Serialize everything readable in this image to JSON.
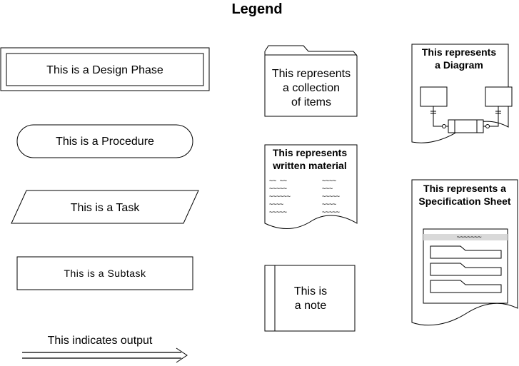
{
  "title": "Legend",
  "shapes": {
    "design_phase": "This is a Design Phase",
    "procedure": "This is a Procedure",
    "task": "This is a Task",
    "subtask": "This is a Subtask",
    "output": "This indicates output",
    "collection": [
      "This represents",
      "a collection",
      "of items"
    ],
    "written_material": [
      "This represents",
      "written material"
    ],
    "note": [
      "This is",
      "a note"
    ],
    "diagram": [
      "This represents",
      "a Diagram"
    ],
    "spec_sheet": [
      "This represents a",
      "Specification Sheet"
    ]
  },
  "squiggles": {
    "written_left": [
      "~~ ~~",
      "~~~~~",
      "~~~~~~",
      "~~~~",
      "~~~~~"
    ],
    "written_right": [
      "~~~~",
      "~~~",
      "~~~~~",
      "~~~~",
      "~~~~~"
    ],
    "spec_header": "~~~~~~~"
  }
}
